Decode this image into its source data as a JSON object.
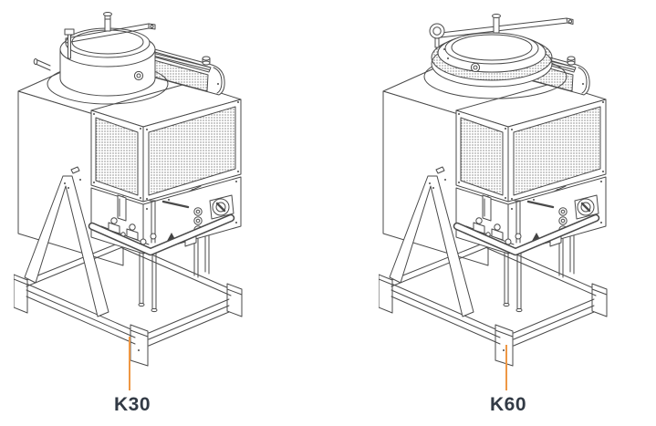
{
  "page": {
    "description": "Technical line-drawing illustration of two solvent recovery machines on tubular stands",
    "background": "#FFFFFF"
  },
  "colors": {
    "leader_line": "#EE9744",
    "label_text": "#323A45",
    "line_art": "#4A4A4A"
  },
  "figures": [
    {
      "id": "k30",
      "label": "K30",
      "lid_ref": "#lid-pot",
      "drawing": "machine-with-round-pot-lid-on-a-frame-stand"
    },
    {
      "id": "k60",
      "label": "K60",
      "lid_ref": "#lid-wide",
      "drawing": "machine-with-wide-perforated-lid-on-a-frame-stand"
    }
  ]
}
